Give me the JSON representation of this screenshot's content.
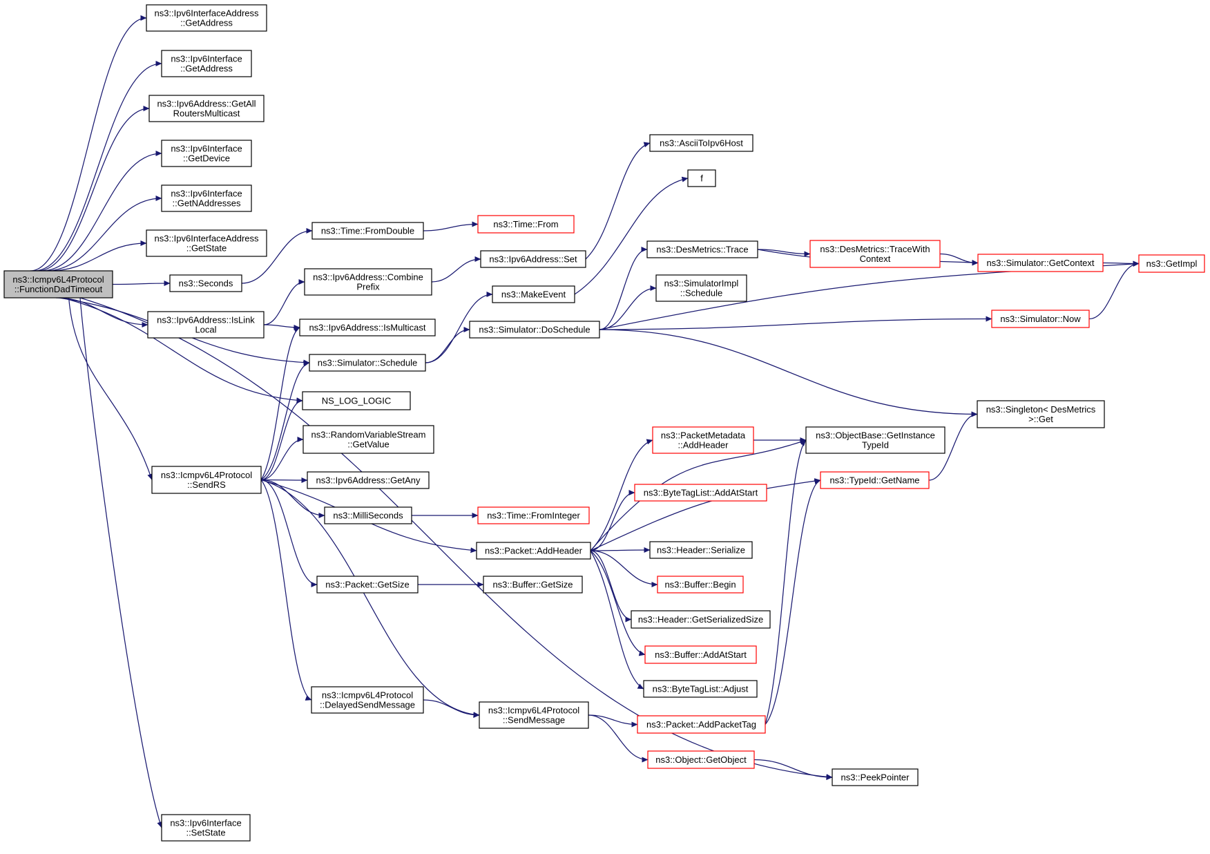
{
  "nodes": [
    {
      "id": "root",
      "lines": [
        "ns3::Icmpv6L4Protocol",
        "::FunctionDadTimeout"
      ],
      "style": "root"
    },
    {
      "id": "n1",
      "lines": [
        "ns3::Ipv6InterfaceAddress",
        "::GetAddress"
      ],
      "style": "normal"
    },
    {
      "id": "n2",
      "lines": [
        "ns3::Ipv6Interface",
        "::GetAddress"
      ],
      "style": "normal"
    },
    {
      "id": "n3",
      "lines": [
        "ns3::Ipv6Address::GetAll",
        "RoutersMulticast"
      ],
      "style": "normal"
    },
    {
      "id": "n4",
      "lines": [
        "ns3::Ipv6Interface",
        "::GetDevice"
      ],
      "style": "normal"
    },
    {
      "id": "n5",
      "lines": [
        "ns3::Ipv6Interface",
        "::GetNAddresses"
      ],
      "style": "normal"
    },
    {
      "id": "n6",
      "lines": [
        "ns3::Ipv6InterfaceAddress",
        "::GetState"
      ],
      "style": "normal"
    },
    {
      "id": "n7",
      "lines": [
        "ns3::Seconds"
      ],
      "style": "normal"
    },
    {
      "id": "n8",
      "lines": [
        "ns3::Ipv6Address::IsLink",
        "Local"
      ],
      "style": "normal"
    },
    {
      "id": "n9",
      "lines": [
        "ns3::Icmpv6L4Protocol",
        "::SendRS"
      ],
      "style": "normal"
    },
    {
      "id": "n10",
      "lines": [
        "ns3::Ipv6Interface",
        "::SetState"
      ],
      "style": "normal"
    },
    {
      "id": "n11",
      "lines": [
        "ns3::Time::FromDouble"
      ],
      "style": "normal"
    },
    {
      "id": "n12",
      "lines": [
        "ns3::Ipv6Address::Combine",
        "Prefix"
      ],
      "style": "normal"
    },
    {
      "id": "n13",
      "lines": [
        "ns3::Ipv6Address::IsMulticast"
      ],
      "style": "normal"
    },
    {
      "id": "n14",
      "lines": [
        "ns3::Simulator::Schedule"
      ],
      "style": "normal"
    },
    {
      "id": "n15",
      "lines": [
        "NS_LOG_LOGIC"
      ],
      "style": "normal"
    },
    {
      "id": "n16",
      "lines": [
        "ns3::RandomVariableStream",
        "::GetValue"
      ],
      "style": "normal"
    },
    {
      "id": "n17",
      "lines": [
        "ns3::Ipv6Address::GetAny"
      ],
      "style": "normal"
    },
    {
      "id": "n18",
      "lines": [
        "ns3::MilliSeconds"
      ],
      "style": "normal"
    },
    {
      "id": "n19",
      "lines": [
        "ns3::Packet::GetSize"
      ],
      "style": "normal"
    },
    {
      "id": "n20",
      "lines": [
        "ns3::Icmpv6L4Protocol",
        "::DelayedSendMessage"
      ],
      "style": "normal"
    },
    {
      "id": "n21",
      "lines": [
        "ns3::Time::From"
      ],
      "style": "red"
    },
    {
      "id": "n22",
      "lines": [
        "ns3::Ipv6Address::Set"
      ],
      "style": "normal"
    },
    {
      "id": "n23",
      "lines": [
        "ns3::MakeEvent"
      ],
      "style": "normal"
    },
    {
      "id": "n24",
      "lines": [
        "ns3::Simulator::DoSchedule"
      ],
      "style": "normal"
    },
    {
      "id": "n25",
      "lines": [
        "ns3::Time::FromInteger"
      ],
      "style": "red"
    },
    {
      "id": "n26",
      "lines": [
        "ns3::Packet::AddHeader"
      ],
      "style": "normal"
    },
    {
      "id": "n27",
      "lines": [
        "ns3::Buffer::GetSize"
      ],
      "style": "normal"
    },
    {
      "id": "n28",
      "lines": [
        "ns3::Icmpv6L4Protocol",
        "::SendMessage"
      ],
      "style": "normal"
    },
    {
      "id": "n29",
      "lines": [
        "ns3::AsciiToIpv6Host"
      ],
      "style": "normal"
    },
    {
      "id": "n30",
      "lines": [
        "f"
      ],
      "style": "normal"
    },
    {
      "id": "n31",
      "lines": [
        "ns3::DesMetrics::Trace"
      ],
      "style": "normal"
    },
    {
      "id": "n32",
      "lines": [
        "ns3::SimulatorImpl",
        "::Schedule"
      ],
      "style": "normal"
    },
    {
      "id": "n33",
      "lines": [
        "ns3::PacketMetadata",
        "::AddHeader"
      ],
      "style": "red"
    },
    {
      "id": "n34",
      "lines": [
        "ns3::ByteTagList::AddAtStart"
      ],
      "style": "red"
    },
    {
      "id": "n35",
      "lines": [
        "ns3::Header::Serialize"
      ],
      "style": "normal"
    },
    {
      "id": "n36",
      "lines": [
        "ns3::Buffer::Begin"
      ],
      "style": "red"
    },
    {
      "id": "n37",
      "lines": [
        "ns3::Header::GetSerializedSize"
      ],
      "style": "normal"
    },
    {
      "id": "n38",
      "lines": [
        "ns3::Buffer::AddAtStart"
      ],
      "style": "red"
    },
    {
      "id": "n39",
      "lines": [
        "ns3::ByteTagList::Adjust"
      ],
      "style": "normal"
    },
    {
      "id": "n40",
      "lines": [
        "ns3::Packet::AddPacketTag"
      ],
      "style": "red"
    },
    {
      "id": "n41",
      "lines": [
        "ns3::Object::GetObject"
      ],
      "style": "red"
    },
    {
      "id": "n42",
      "lines": [
        "ns3::DesMetrics::TraceWith",
        "Context"
      ],
      "style": "red"
    },
    {
      "id": "n43",
      "lines": [
        "ns3::ObjectBase::GetInstance",
        "TypeId"
      ],
      "style": "normal"
    },
    {
      "id": "n44",
      "lines": [
        "ns3::TypeId::GetName"
      ],
      "style": "red"
    },
    {
      "id": "n45",
      "lines": [
        "ns3::PeekPointer"
      ],
      "style": "normal"
    },
    {
      "id": "n46",
      "lines": [
        "ns3::Simulator::GetContext"
      ],
      "style": "red"
    },
    {
      "id": "n47",
      "lines": [
        "ns3::Simulator::Now"
      ],
      "style": "red"
    },
    {
      "id": "n48",
      "lines": [
        "ns3::Singleton< DesMetrics",
        ">::Get"
      ],
      "style": "normal"
    },
    {
      "id": "n49",
      "lines": [
        "ns3::GetImpl"
      ],
      "style": "red"
    }
  ],
  "edges": [
    [
      "root",
      "n1"
    ],
    [
      "root",
      "n2"
    ],
    [
      "root",
      "n3"
    ],
    [
      "root",
      "n4"
    ],
    [
      "root",
      "n5"
    ],
    [
      "root",
      "n6"
    ],
    [
      "root",
      "n7"
    ],
    [
      "root",
      "n8"
    ],
    [
      "root",
      "n14"
    ],
    [
      "root",
      "n15"
    ],
    [
      "root",
      "n9"
    ],
    [
      "root",
      "n45"
    ],
    [
      "root",
      "n10"
    ],
    [
      "n7",
      "n11"
    ],
    [
      "n11",
      "n21"
    ],
    [
      "n8",
      "n12"
    ],
    [
      "n8",
      "n13"
    ],
    [
      "n12",
      "n22"
    ],
    [
      "n22",
      "n29"
    ],
    [
      "n14",
      "n23"
    ],
    [
      "n14",
      "n24"
    ],
    [
      "n23",
      "n30"
    ],
    [
      "n24",
      "n31"
    ],
    [
      "n24",
      "n32"
    ],
    [
      "n24",
      "n47"
    ],
    [
      "n24",
      "n48"
    ],
    [
      "n24",
      "n49"
    ],
    [
      "n31",
      "n42"
    ],
    [
      "n31",
      "n46"
    ],
    [
      "n42",
      "n46"
    ],
    [
      "n46",
      "n49"
    ],
    [
      "n47",
      "n49"
    ],
    [
      "n9",
      "n13"
    ],
    [
      "n9",
      "n14"
    ],
    [
      "n9",
      "n15"
    ],
    [
      "n9",
      "n16"
    ],
    [
      "n9",
      "n17"
    ],
    [
      "n9",
      "n18"
    ],
    [
      "n9",
      "n26"
    ],
    [
      "n9",
      "n19"
    ],
    [
      "n9",
      "n20"
    ],
    [
      "n9",
      "n28"
    ],
    [
      "n18",
      "n25"
    ],
    [
      "n19",
      "n27"
    ],
    [
      "n20",
      "n28"
    ],
    [
      "n26",
      "n43"
    ],
    [
      "n26",
      "n33"
    ],
    [
      "n26",
      "n44"
    ],
    [
      "n26",
      "n34"
    ],
    [
      "n26",
      "n35"
    ],
    [
      "n26",
      "n36"
    ],
    [
      "n26",
      "n37"
    ],
    [
      "n26",
      "n38"
    ],
    [
      "n26",
      "n39"
    ],
    [
      "n33",
      "n43"
    ],
    [
      "n44",
      "n48"
    ],
    [
      "n28",
      "n40"
    ],
    [
      "n28",
      "n41"
    ],
    [
      "n40",
      "n43"
    ],
    [
      "n40",
      "n44"
    ],
    [
      "n41",
      "n45"
    ]
  ]
}
